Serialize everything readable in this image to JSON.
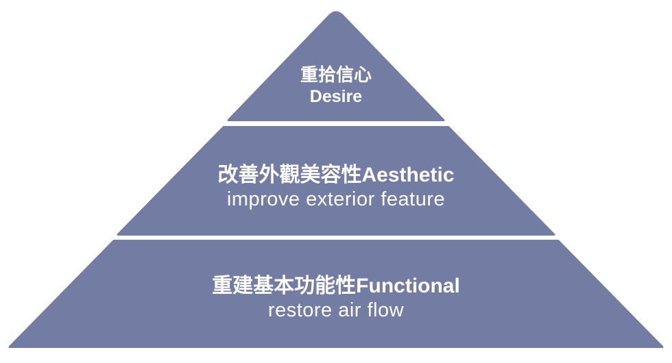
{
  "diagram": {
    "type": "pyramid",
    "fill_color": "#737CA2",
    "text_color": "#FFFFFF",
    "background_color": "#FFFFFF",
    "tiers": [
      {
        "name": "desire",
        "line1": "重拾信心",
        "line2": "Desire"
      },
      {
        "name": "aesthetic",
        "line1": "改善外觀美容性Aesthetic",
        "line2": "improve exterior feature"
      },
      {
        "name": "functional",
        "line1": "重建基本功能性Functional",
        "line2": "restore air flow"
      }
    ]
  }
}
